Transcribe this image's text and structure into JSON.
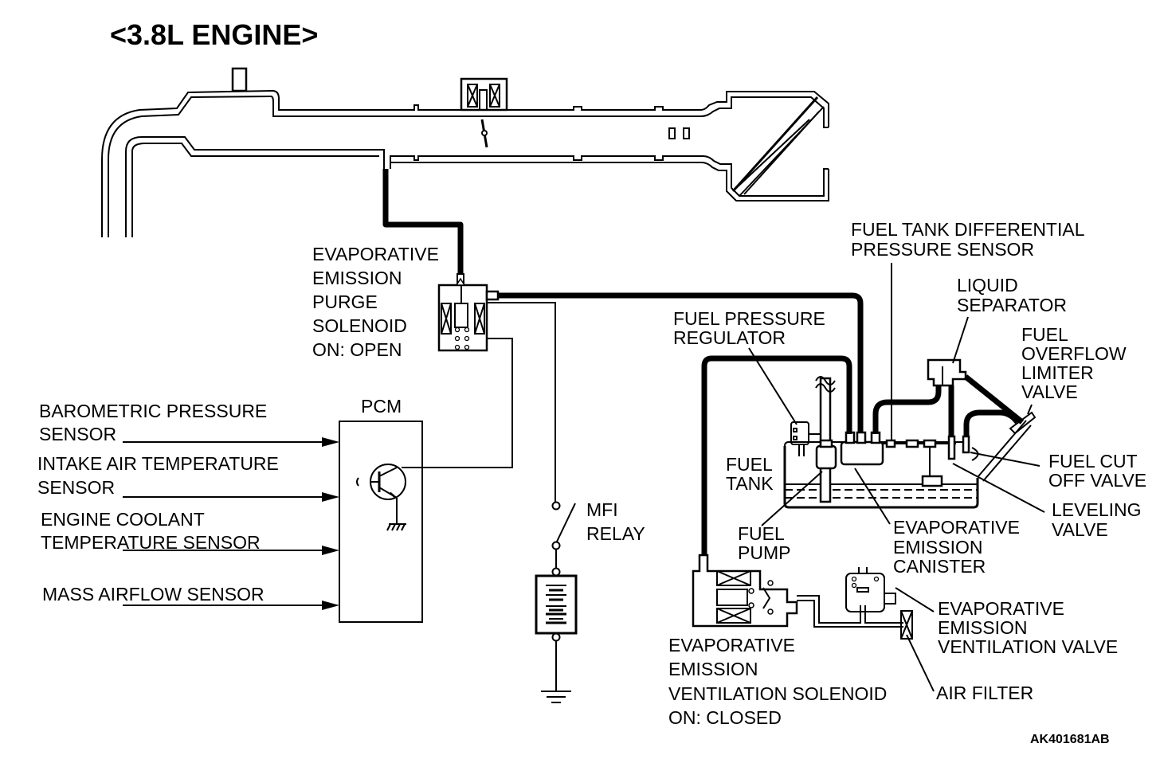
{
  "diagram": {
    "title": "<3.8L ENGINE>",
    "figure_code": "AK401681AB",
    "colors": {
      "line": "#000000",
      "background": "#ffffff"
    },
    "labels": {
      "purge_solenoid": [
        "EVAPORATIVE",
        "EMISSION",
        "PURGE",
        "SOLENOID",
        "ON: OPEN"
      ],
      "pcm": "PCM",
      "baro_sensor": [
        "BAROMETRIC PRESSURE",
        "SENSOR"
      ],
      "iat_sensor": [
        "INTAKE AIR TEMPERATURE",
        "SENSOR"
      ],
      "ect_sensor": [
        "ENGINE COOLANT",
        "TEMPERATURE SENSOR"
      ],
      "maf_sensor": [
        "MASS AIRFLOW SENSOR"
      ],
      "mfi_relay": [
        "MFI",
        "RELAY"
      ],
      "fuel_tank_diff_sensor": [
        "FUEL TANK DIFFERENTIAL",
        "PRESSURE SENSOR"
      ],
      "liquid_separator": [
        "LIQUID",
        "SEPARATOR"
      ],
      "fuel_overflow_limiter": [
        "FUEL",
        "OVERFLOW",
        "LIMITER",
        "VALVE"
      ],
      "fuel_pressure_regulator": [
        "FUEL PRESSURE",
        "REGULATOR"
      ],
      "fuel_tank": [
        "FUEL",
        "TANK"
      ],
      "fuel_cut_off_valve": [
        "FUEL CUT",
        "OFF VALVE"
      ],
      "leveling_valve": [
        "LEVELING",
        "VALVE"
      ],
      "fuel_pump": [
        "FUEL",
        "PUMP"
      ],
      "evap_canister": [
        "EVAPORATIVE",
        "EMISSION",
        "CANISTER"
      ],
      "vent_valve": [
        "EVAPORATIVE",
        "EMISSION",
        "VENTILATION VALVE"
      ],
      "vent_solenoid": [
        "EVAPORATIVE",
        "EMISSION",
        "VENTILATION SOLENOID",
        "ON: CLOSED"
      ],
      "air_filter": [
        "AIR FILTER"
      ]
    }
  }
}
